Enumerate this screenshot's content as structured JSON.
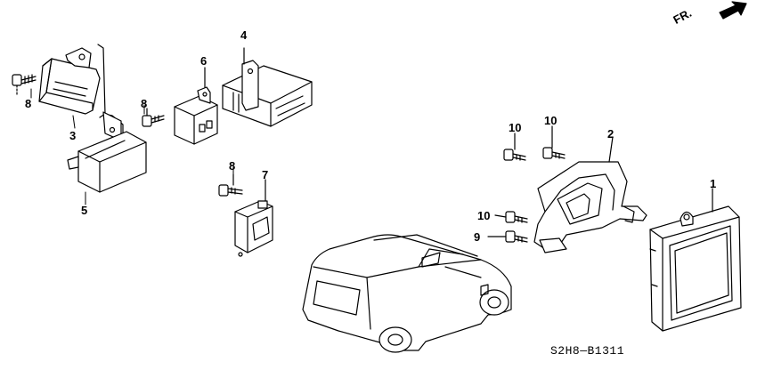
{
  "diagram": {
    "direction_label": "FR.",
    "diagram_code": "S2H8—B1311",
    "callouts": [
      {
        "id": "c1",
        "text": "1"
      },
      {
        "id": "c2",
        "text": "2"
      },
      {
        "id": "c3",
        "text": "3"
      },
      {
        "id": "c4",
        "text": "4"
      },
      {
        "id": "c5",
        "text": "5"
      },
      {
        "id": "c6",
        "text": "6"
      },
      {
        "id": "c7",
        "text": "7"
      },
      {
        "id": "c8a",
        "text": "8"
      },
      {
        "id": "c8b",
        "text": "8"
      },
      {
        "id": "c8c",
        "text": "8"
      },
      {
        "id": "c9",
        "text": "9"
      },
      {
        "id": "c10a",
        "text": "10"
      },
      {
        "id": "c10b",
        "text": "10"
      },
      {
        "id": "c10c",
        "text": "10"
      }
    ]
  }
}
